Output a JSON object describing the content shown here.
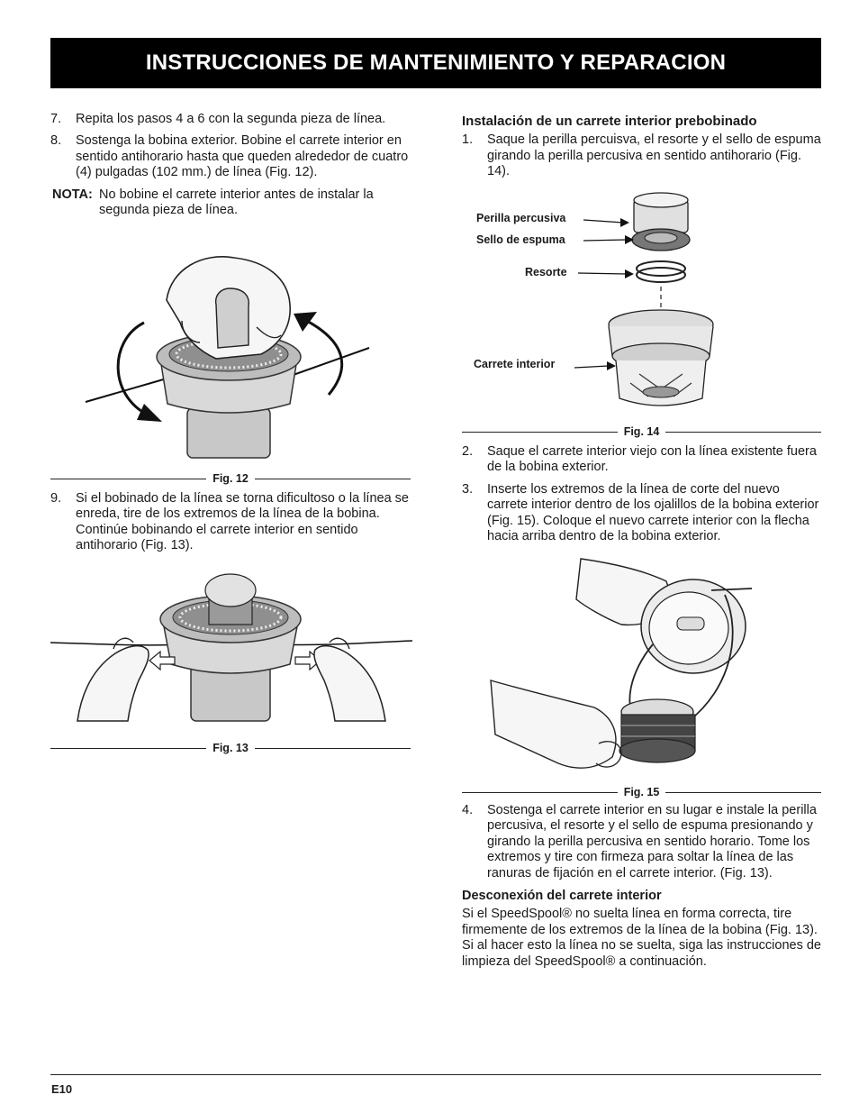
{
  "header": {
    "title": "INSTRUCCIONES DE MANTENIMIENTO Y REPARACION"
  },
  "left": {
    "step7": {
      "num": "7.",
      "text": "Repita los pasos 4 a 6 con la segunda pieza de línea."
    },
    "step8": {
      "num": "8.",
      "text": "Sostenga la bobina exterior. Bobine el carrete interior en sentido antihorario hasta que queden alrededor de cuatro (4) pulgadas (102 mm.) de línea (Fig. 12)."
    },
    "note": {
      "label": "NOTA:",
      "text": "No bobine el carrete interior antes de instalar la segunda pieza de línea."
    },
    "fig12": {
      "caption": "Fig. 12"
    },
    "step9": {
      "num": "9.",
      "text": "Si el bobinado de la línea se torna dificultoso o la línea se enreda, tire de los extremos de la línea de la bobina. Continúe bobinando el carrete interior en sentido antihorario (Fig. 13)."
    },
    "fig13": {
      "caption": "Fig. 13"
    }
  },
  "right": {
    "heading": "Instalación de un carrete interior prebobinado",
    "step1": {
      "num": "1.",
      "text": "Saque la perilla percuisva, el resorte y el sello de espuma girando la perilla percusiva en sentido antihorario (Fig. 14)."
    },
    "fig14": {
      "caption": "Fig. 14",
      "labels": {
        "knob": "Perilla percusiva",
        "seal": "Sello de espuma",
        "spring": "Resorte",
        "spool": "Carrete interior"
      }
    },
    "step2": {
      "num": "2.",
      "text": "Saque el carrete interior viejo con la línea existente fuera de la bobina exterior."
    },
    "step3": {
      "num": "3.",
      "text": "Inserte los extremos de la línea de corte del nuevo carrete interior dentro de los ojalillos de la bobina exterior (Fig. 15). Coloque el nuevo carrete interior con la flecha hacia arriba dentro de la bobina exterior."
    },
    "fig15": {
      "caption": "Fig. 15"
    },
    "step4": {
      "num": "4.",
      "text": "Sostenga el carrete interior en su lugar e instale la perilla percusiva, el resorte y el sello de espuma presionando y girando la perilla percusiva en sentido horario. Tome los extremos y tire con firmeza para soltar la línea de las ranuras de fijación en el carrete interior. (Fig. 13)."
    },
    "subheading": "Desconexión del carrete interior",
    "paragraph": "Si el SpeedSpool® no suelta línea en forma correcta, tire firmemente de los extremos de la línea de la bobina (Fig. 13). Si al hacer esto la línea no se suelta, siga las instrucciones de limpieza del SpeedSpool® a continuación."
  },
  "footer": {
    "page": "E10"
  },
  "colors": {
    "header_bg": "#000000",
    "header_text": "#ffffff",
    "ink": "#1a1a1a"
  }
}
